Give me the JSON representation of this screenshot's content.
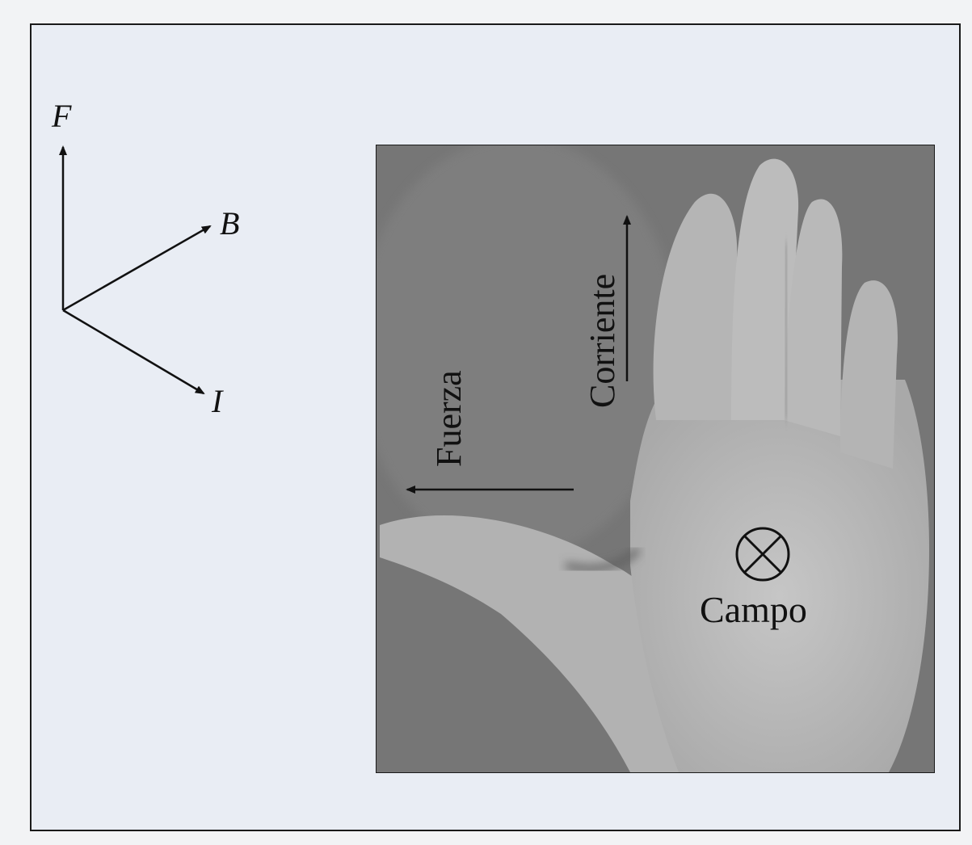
{
  "axes_diagram": {
    "force_label": "F",
    "field_label": "B",
    "current_label": "I"
  },
  "hand_photo": {
    "current_label": "Corriente",
    "force_label": "Fuerza",
    "field_label": "Campo",
    "field_symbol_icon": "circled-x-icon"
  },
  "colors": {
    "page_background": "#eef1f6",
    "frame": "#1a1a1a",
    "photo_background": "#7d7d7d",
    "hand": "#b9b9b9",
    "ink": "#111111"
  }
}
